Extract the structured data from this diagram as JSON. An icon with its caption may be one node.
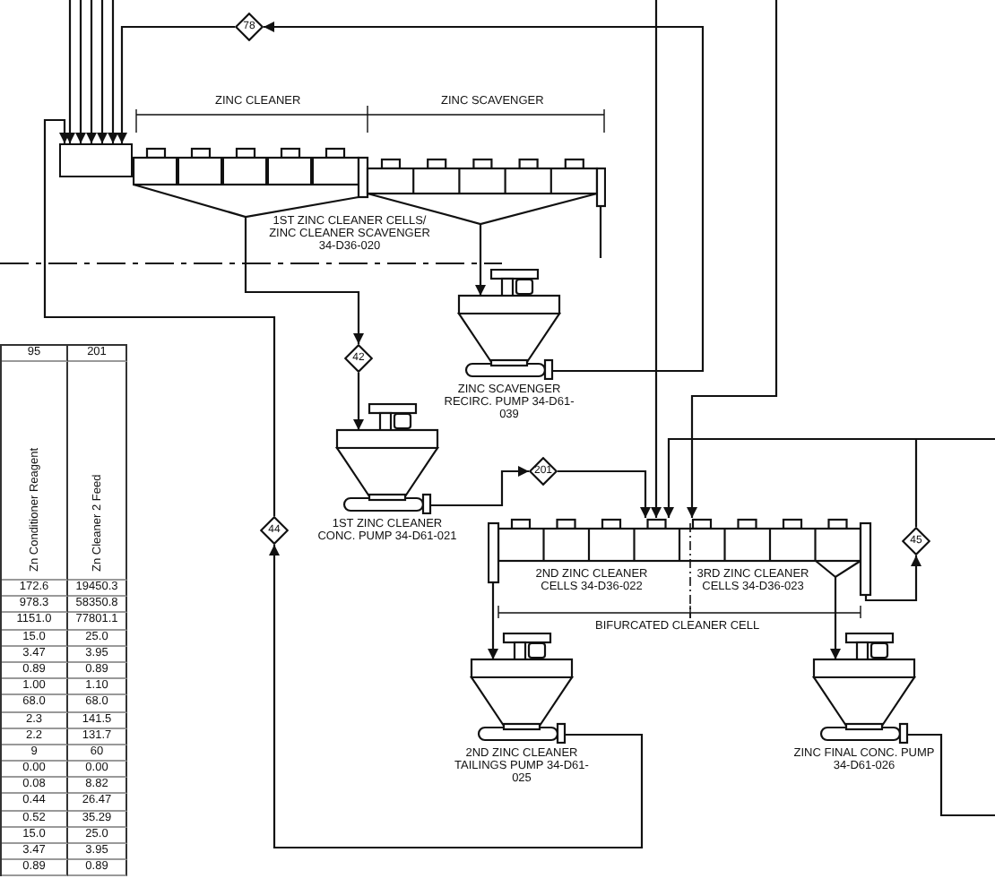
{
  "diagram": {
    "nodes": [
      {
        "text": [
          "78"
        ]
      },
      {
        "text": [],
        "shape": "box"
      },
      {
        "text": [
          "1ST ZINC CLEANER CELLS/ ZINC CLEANER SCAVENGER 34-D36-020"
        ]
      },
      {
        "text": [
          "ZINC SCAVENGER RECIRC. PUMP 34-D61-039"
        ]
      },
      {
        "text": [
          "42"
        ]
      },
      {
        "text": [
          "1ST ZINC CLEANER CONC. PUMP 34-D61-021"
        ]
      },
      {
        "text": [
          "201"
        ]
      },
      {
        "text": [
          "2ND ZINC CLEANER CELLS 34-D36-022",
          "3RD ZINC CLEANER CELLS 34-D36-023"
        ]
      },
      {
        "text": [
          "45"
        ]
      },
      {
        "text": [
          "44"
        ]
      },
      {
        "text": [
          "2ND ZINC CLEANER TAILINGS PUMP 34-D61-025"
        ]
      },
      {
        "text": [
          "ZINC FINAL CONC. PUMP 34-D61-026"
        ]
      }
    ],
    "edges": [
      {
        "from": 0,
        "to": 1,
        "arrow": "to"
      },
      {
        "from": null,
        "to": 1,
        "arrow": "to"
      },
      {
        "from": null,
        "to": 1,
        "arrow": "to"
      },
      {
        "from": null,
        "to": 1,
        "arrow": "to"
      },
      {
        "from": null,
        "to": 1,
        "arrow": "to"
      },
      {
        "from": null,
        "to": 1,
        "arrow": "to"
      },
      {
        "from": 3,
        "to": 0,
        "arrow": "to"
      },
      {
        "from": 9,
        "to": 1,
        "arrow": "to"
      },
      {
        "from": 10,
        "to": 9,
        "arrow": "to"
      },
      {
        "from": 2,
        "to": 4,
        "arrow": "to"
      },
      {
        "from": 4,
        "to": 5,
        "arrow": "to"
      },
      {
        "from": 2,
        "to": 3,
        "arrow": "to"
      },
      {
        "from": 5,
        "to": 6,
        "arrow": "to"
      },
      {
        "from": 6,
        "to": 7,
        "arrow": "to"
      },
      {
        "from": null,
        "to": 7,
        "arrow": "to"
      },
      {
        "from": null,
        "to": 7,
        "arrow": "to"
      },
      {
        "from": null,
        "to": 7,
        "arrow": "to"
      },
      {
        "from": 7,
        "to": 10,
        "arrow": "to"
      },
      {
        "from": 7,
        "to": 11,
        "arrow": "to"
      },
      {
        "from": 7,
        "to": 8,
        "arrow": "to"
      },
      {
        "from": 8,
        "to": null,
        "arrow": "none"
      },
      {
        "from": 11,
        "to": null,
        "arrow": "none"
      }
    ],
    "labels": [
      "ZINC CLEANER",
      "ZINC SCAVENGER",
      "BIFURCATED CLEANER CELL",
      "95",
      "201",
      "Zn Conditioner Reagent",
      "Zn Cleaner 2 Feed",
      "172.6",
      "19450.3",
      "978.3",
      "58350.8",
      "1151.0",
      "77801.1",
      "15.0",
      "25.0",
      "3.47",
      "3.95",
      "0.89",
      "0.89",
      "1.00",
      "1.10",
      "68.0",
      "68.0",
      "2.3",
      "141.5",
      "2.2",
      "131.7",
      "9",
      "60",
      "0.00",
      "0.00",
      "0.08",
      "8.82",
      "0.44",
      "26.47",
      "0.52",
      "35.29",
      "15.0",
      "25.0",
      "3.47",
      "3.95",
      "0.89",
      "0.89"
    ]
  }
}
